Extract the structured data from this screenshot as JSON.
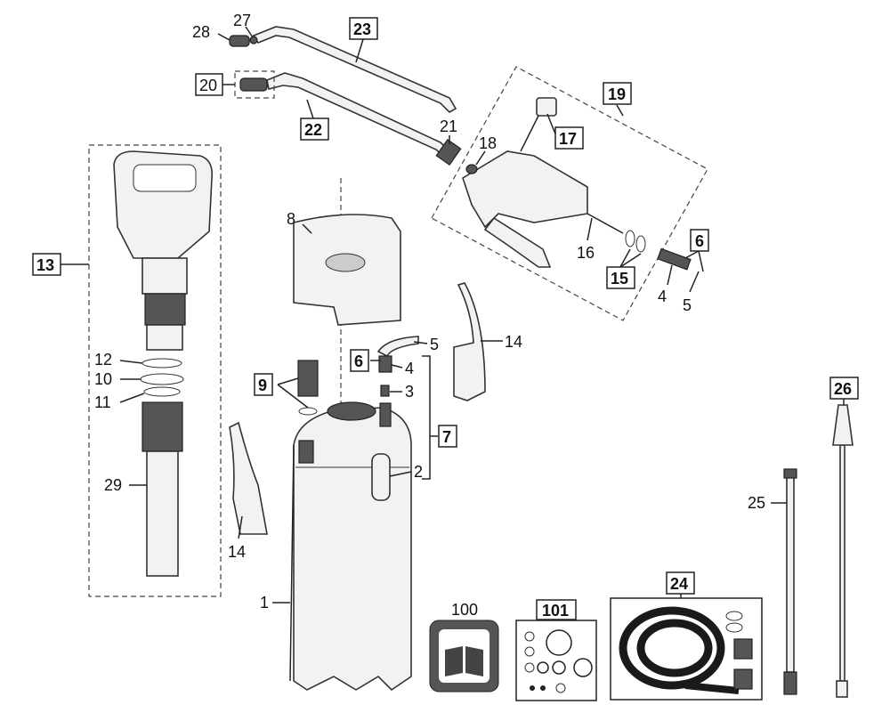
{
  "title": "Sprayer exploded parts diagram",
  "labels": {
    "p28": "28",
    "p27": "27",
    "p23": "23",
    "p20": "20",
    "p22": "22",
    "p21": "21",
    "p18": "18",
    "p19": "19",
    "p17": "17",
    "p16": "16",
    "p15": "15",
    "p6a": "6",
    "p4a": "4",
    "p5a": "5",
    "p13": "13",
    "p8": "8",
    "p14a": "14",
    "p5b": "5",
    "p6b": "6",
    "p4b": "4",
    "p3": "3",
    "p9": "9",
    "p7": "7",
    "p2": "2",
    "p14b": "14",
    "p12": "12",
    "p10": "10",
    "p11": "11",
    "p29": "29",
    "p1": "1",
    "p100": "100",
    "p101": "101",
    "p24": "24",
    "p25": "25",
    "p26": "26"
  },
  "colors": {
    "line": "#222222",
    "part_fill": "#f2f2f2",
    "hose": "#1a1a1a"
  }
}
